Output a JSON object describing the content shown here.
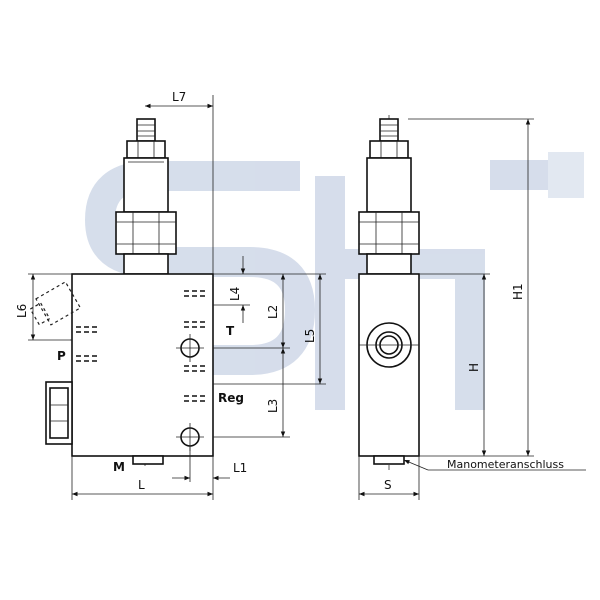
{
  "watermark": {
    "text": "SH",
    "color": "#cfd8e8"
  },
  "colors": {
    "line": "#111111",
    "background": "#ffffff"
  },
  "dimensions": {
    "L7": "L7",
    "L6": "L6",
    "L4": "L4",
    "L2": "L2",
    "L5": "L5",
    "L3": "L3",
    "L1": "L1",
    "L": "L",
    "S": "S",
    "H": "H",
    "H1": "H1"
  },
  "ports": {
    "T": "T",
    "P": "P",
    "Reg": "Reg",
    "M": "M"
  },
  "annotation": "Manometeranschluss"
}
